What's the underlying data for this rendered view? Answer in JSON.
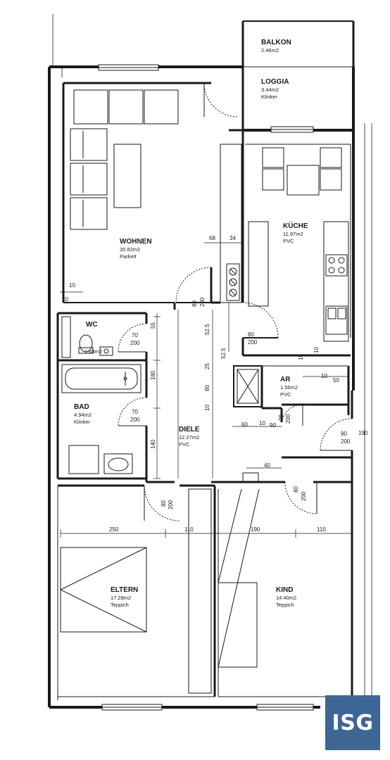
{
  "rooms": {
    "balkon": {
      "name": "BALKON",
      "area": "2.46m2"
    },
    "loggia": {
      "name": "LOGGIA",
      "area": "3.44m2",
      "floor": "Klinker"
    },
    "wohnen": {
      "name": "WOHNEN",
      "area": "20.82m2",
      "floor": "Parkett"
    },
    "kueche": {
      "name": "KÜCHE",
      "area": "11.97m2",
      "floor": "PVC"
    },
    "wc": {
      "name": "WC",
      "area": "1.68m2"
    },
    "bad": {
      "name": "BAD",
      "area": "4.94m2",
      "floor": "Klinker"
    },
    "ar": {
      "name": "AR",
      "area": "1.56m2",
      "floor": "PVC"
    },
    "diele": {
      "name": "DIELE",
      "area": "12.27m2",
      "floor": "PVC"
    },
    "eltern": {
      "name": "ELTERN",
      "area": "17.28m2",
      "floor": "Teppich"
    },
    "kind": {
      "name": "KIND",
      "area": "14.40m2",
      "floor": "Teppich"
    }
  },
  "dimensions": {
    "d10": "10",
    "d20": "20",
    "d68": "68",
    "d34": "34",
    "d80a": "80",
    "d200a": "200",
    "d52a": "52.5",
    "d52b": "52.5",
    "d80b": "80",
    "d200b": "200",
    "d15": "15",
    "d10b": "10",
    "d55": "55",
    "d70a": "70",
    "d200c": "200",
    "d25": "25",
    "d80c": "80",
    "d10c": "10",
    "d180": "180",
    "d10d": "10",
    "d50": "50",
    "d70b": "70",
    "d200d": "200",
    "d140": "140",
    "d60": "60",
    "d10e": "10",
    "d90a": "90",
    "d70c": "70",
    "d200e": "200",
    "d90b": "90",
    "d200f": "200",
    "d90c": "190",
    "d40": "40",
    "d80d": "80",
    "d200g": "200",
    "d80e": "80",
    "d200h": "200",
    "d250": "250",
    "d110a": "110",
    "d190": "190",
    "d110b": "110"
  },
  "logo": {
    "text": "ISG"
  },
  "colors": {
    "line": "#1a1a1a",
    "logo_bg": "#3e6695"
  }
}
